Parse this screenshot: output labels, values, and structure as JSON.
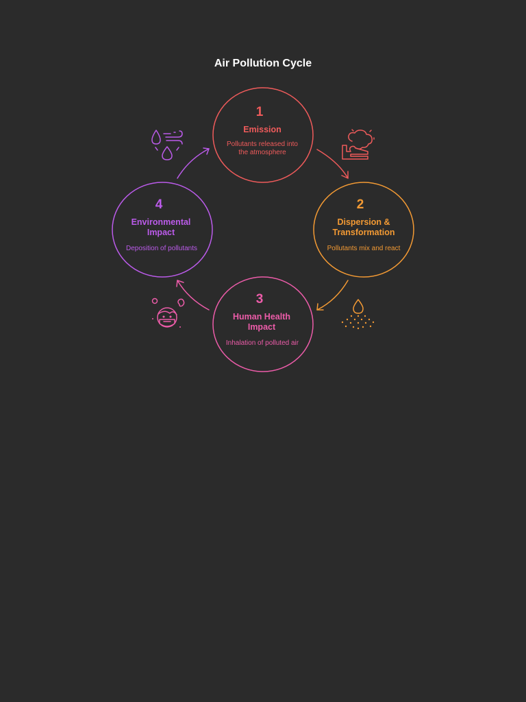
{
  "title": "Air Pollution Cycle",
  "colors": {
    "background": "#2b2b2b",
    "emission": "#ef5b5b",
    "dispersion": "#f39a34",
    "health": "#ec5ca9",
    "environment": "#bb5bea"
  },
  "steps": [
    {
      "number": "1",
      "label_lines": [
        "Emission"
      ],
      "desc_lines": [
        "Pollutants released into",
        "the atmosphere"
      ],
      "color": "#ef5b5b",
      "icon": "factory-smoke-icon"
    },
    {
      "number": "2",
      "label_lines": [
        "Dispersion &",
        "Transformation"
      ],
      "desc_lines": [
        "Pollutants mix and react"
      ],
      "color": "#f39a34",
      "icon": "droplet-particles-icon"
    },
    {
      "number": "3",
      "label_lines": [
        "Human Health",
        "Impact"
      ],
      "desc_lines": [
        "Inhalation of polluted air"
      ],
      "color": "#ec5ca9",
      "icon": "face-mask-icon"
    },
    {
      "number": "4",
      "label_lines": [
        "Environmental",
        "Impact"
      ],
      "desc_lines": [
        "Deposition of pollutants"
      ],
      "color": "#bb5bea",
      "icon": "acid-rain-icon"
    }
  ]
}
